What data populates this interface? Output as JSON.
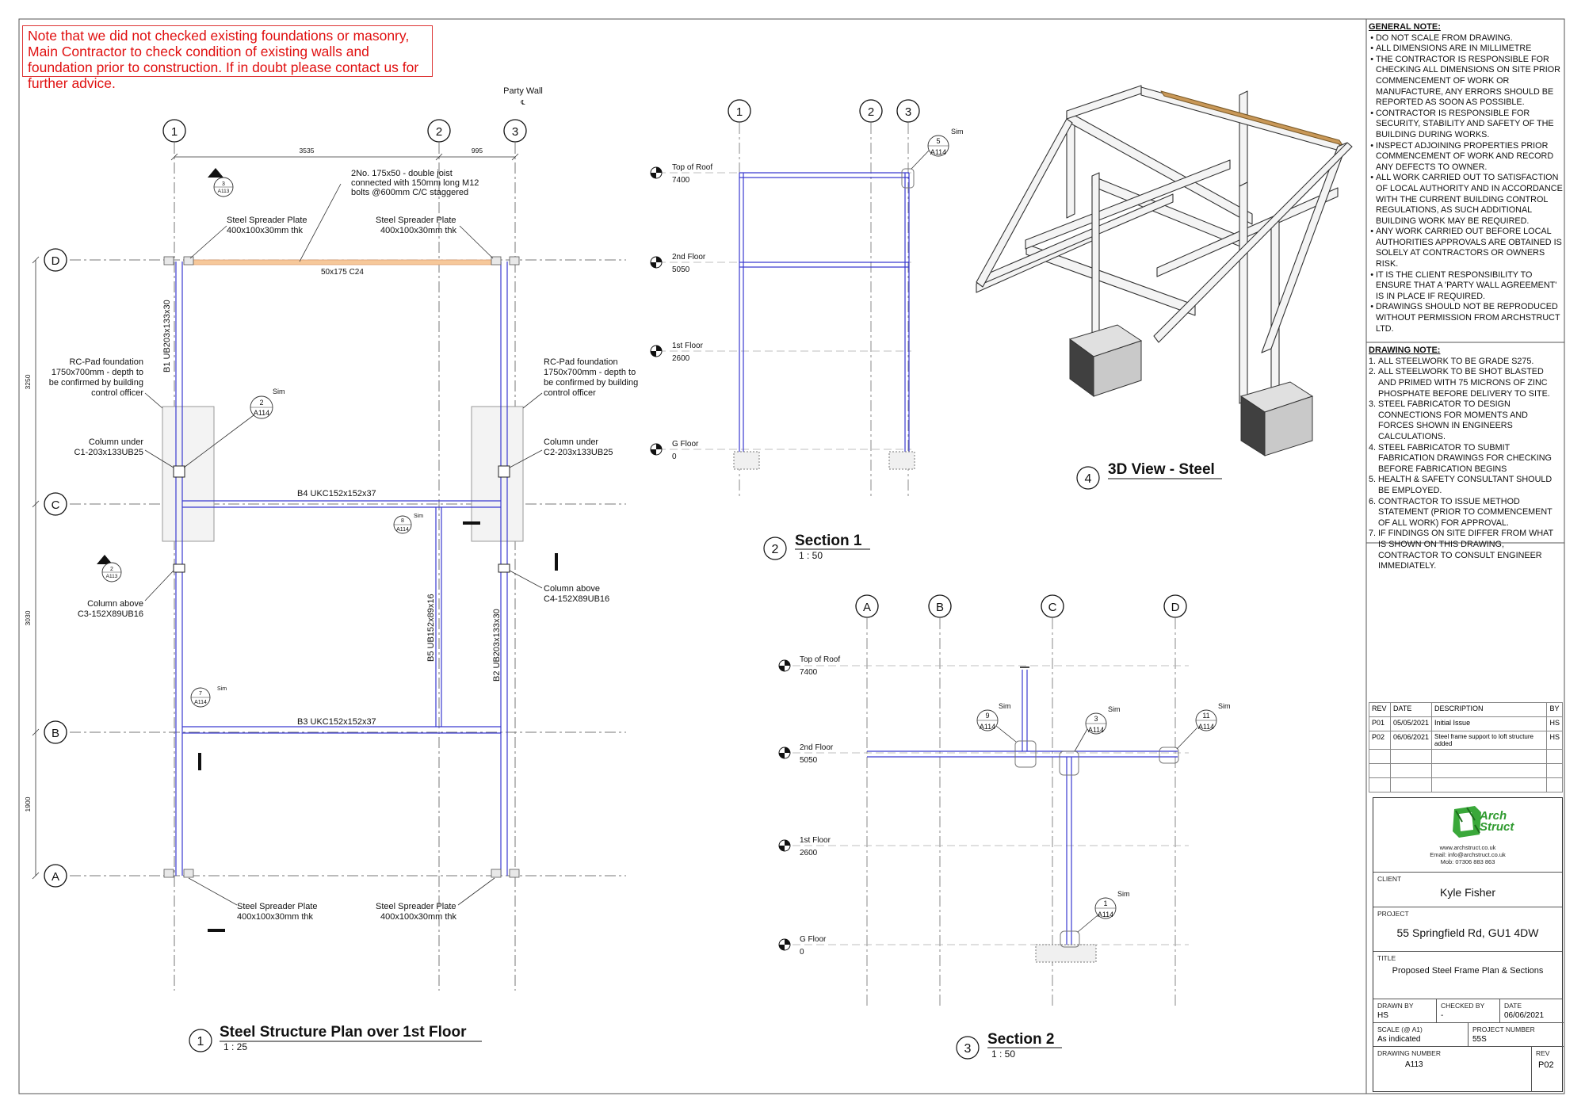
{
  "warning_note": "Note that we did not checked existing foundations or masonry, Main Contractor to check condition of existing walls and foundation prior to construction. If in doubt please contact us for further advice.",
  "plan": {
    "party_wall": "Party Wall",
    "grid_cols": [
      "1",
      "2",
      "3"
    ],
    "grid_rows": [
      "D",
      "C",
      "B",
      "A"
    ],
    "dims_top": [
      "3535",
      "995"
    ],
    "dims_left": [
      "3250",
      "3030",
      "1900"
    ],
    "joist_note": "2No. 175x50 - double joist connected with 150mm long M12 bolts @600mm C/C staggered",
    "spreader_plate": "Steel Spreader Plate",
    "spreader_size": "400x100x30mm thk",
    "timber_label": "50x175 C24",
    "pad_foundation_1": "RC-Pad foundation",
    "pad_foundation_2": "1750x700mm - depth to",
    "pad_foundation_3": "be confirmed by building",
    "pad_foundation_4": "control officer",
    "col_under_left_1": "Column under",
    "col_under_left_2": "C1-203x133UB25",
    "col_under_right_1": "Column under",
    "col_under_right_2": "C2-203x133UB25",
    "col_above_left_1": "Column above",
    "col_above_left_2": "C3-152X89UB16",
    "col_above_right_1": "Column above",
    "col_above_right_2": "C4-152X89UB16",
    "b1": "B1  UB203x133x30",
    "b2": "B2  UB203x133x30",
    "b3": "B3  UKC152x152x37",
    "b4": "B4  UKC152x152x37",
    "b5": "B5  UB152x89x16",
    "sim": "Sim",
    "tag_2": "2",
    "tag_3": "3",
    "tag_7": "7",
    "tag_8": "8",
    "sheet_a113": "A113",
    "sheet_a114": "A114",
    "view_num": "1",
    "view_title": "Steel Structure Plan over 1st Floor",
    "view_scale": "1 : 25"
  },
  "section1": {
    "grids": [
      "1",
      "2",
      "3"
    ],
    "levels": [
      {
        "name": "Top of Roof",
        "value": "7400"
      },
      {
        "name": "2nd Floor",
        "value": "5050"
      },
      {
        "name": "1st Floor",
        "value": "2600"
      },
      {
        "name": "G Floor",
        "value": "0"
      }
    ],
    "tag_num": "5",
    "tag_sheet": "A114",
    "sim": "Sim",
    "view_num": "2",
    "view_title": "Section 1",
    "view_scale": "1 : 50"
  },
  "section2": {
    "grids": [
      "A",
      "B",
      "C",
      "D"
    ],
    "levels": [
      {
        "name": "Top of Roof",
        "value": "7400"
      },
      {
        "name": "2nd Floor",
        "value": "5050"
      },
      {
        "name": "1st Floor",
        "value": "2600"
      },
      {
        "name": "G Floor",
        "value": "0"
      }
    ],
    "tags": [
      {
        "num": "9",
        "sheet": "A114"
      },
      {
        "num": "3",
        "sheet": "A114"
      },
      {
        "num": "11",
        "sheet": "A114"
      },
      {
        "num": "1",
        "sheet": "A114"
      }
    ],
    "sim": "Sim",
    "view_num": "3",
    "view_title": "Section 2",
    "view_scale": "1 : 50"
  },
  "view3d": {
    "view_num": "4",
    "view_title": "3D View - Steel"
  },
  "general_note": {
    "heading": "GENERAL NOTE:",
    "items": [
      "DO NOT SCALE FROM DRAWING.",
      "ALL DIMENSIONS ARE IN MILLIMETRE",
      "THE CONTRACTOR IS RESPONSIBLE FOR CHECKING ALL DIMENSIONS ON SITE PRIOR COMMENCEMENT OF WORK OR MANUFACTURE, ANY ERRORS SHOULD BE REPORTED AS SOON AS POSSIBLE.",
      "CONTRACTOR IS RESPONSIBLE FOR SECURITY, STABILITY AND SAFETY OF THE BUILDING DURING WORKS.",
      "INSPECT ADJOINING PROPERTIES PRIOR COMMENCEMENT OF WORK AND RECORD ANY DEFECTS TO OWNER.",
      "ALL WORK CARRIED OUT TO SATISFACTION OF LOCAL AUTHORITY AND IN ACCORDANCE WITH THE CURRENT BUILDING CONTROL REGULATIONS, AS SUCH ADDITIONAL BUILDING WORK MAY BE REQUIRED.",
      "ANY WORK CARRIED OUT BEFORE LOCAL AUTHORITIES APPROVALS ARE OBTAINED IS SOLELY AT CONTRACTORS OR OWNERS RISK.",
      "IT IS THE CLIENT RESPONSIBILITY TO ENSURE THAT A 'PARTY WALL AGREEMENT' IS IN PLACE IF REQUIRED.",
      "DRAWINGS SHOULD NOT BE REPRODUCED WITHOUT PERMISSION FROM ARCHSTRUCT LTD."
    ]
  },
  "drawing_note": {
    "heading": "DRAWING NOTE:",
    "items": [
      "ALL STEELWORK TO BE GRADE S275.",
      "ALL STEELWORK TO BE SHOT BLASTED AND PRIMED WITH 75 MICRONS OF ZINC PHOSPHATE BEFORE DELIVERY TO SITE.",
      "STEEL FABRICATOR TO DESIGN CONNECTIONS FOR MOMENTS AND FORCES SHOWN IN ENGINEERS CALCULATIONS.",
      "STEEL FABRICATOR TO SUBMIT FABRICATION DRAWINGS FOR CHECKING BEFORE FABRICATION BEGINS",
      "HEALTH & SAFETY CONSULTANT SHOULD BE EMPLOYED.",
      "CONTRACTOR TO ISSUE METHOD STATEMENT (PRIOR TO COMMENCEMENT OF ALL WORK) FOR APPROVAL.",
      "IF FINDINGS ON SITE DIFFER FROM WHAT IS SHOWN ON THIS DRAWING, CONTRACTOR TO CONSULT ENGINEER IMMEDIATELY."
    ]
  },
  "revisions": {
    "headers": [
      "REV",
      "DATE",
      "DESCRIPTION",
      "BY"
    ],
    "rows": [
      [
        "P01",
        "05/05/2021",
        "Initial Issue",
        "HS"
      ],
      [
        "P02",
        "06/06/2021",
        "Steel frame support to loft structure added",
        "HS"
      ]
    ]
  },
  "title_block": {
    "logo_line1": "Arch",
    "logo_line2": "Struct",
    "website": "www.archstruct.co.uk",
    "email": "Email: info@archstruct.co.uk",
    "mobile": "Mob: 07306 883 863",
    "client_label": "CLIENT",
    "client": "Kyle Fisher",
    "project_label": "PROJECT",
    "project": "55 Springfield Rd, GU1 4DW",
    "title_label": "TITLE",
    "title": "Proposed Steel Frame Plan & Sections",
    "drawn_by_label": "DRAWN BY",
    "drawn_by": "HS",
    "checked_by_label": "CHECKED BY",
    "checked_by": "-",
    "date_label": "DATE",
    "date": "06/06/2021",
    "scale_label": "SCALE (@ A1)",
    "scale": "As indicated",
    "project_number_label": "PROJECT NUMBER",
    "project_number": "55S",
    "drawing_number_label": "DRAWING NUMBER",
    "drawing_number": "A113",
    "rev_label": "REV",
    "rev": "P02"
  },
  "colors": {
    "steel": "#3a3ad0",
    "timber": "#f0b080",
    "warning": "#e01010",
    "logo": "#2f9a2f"
  }
}
